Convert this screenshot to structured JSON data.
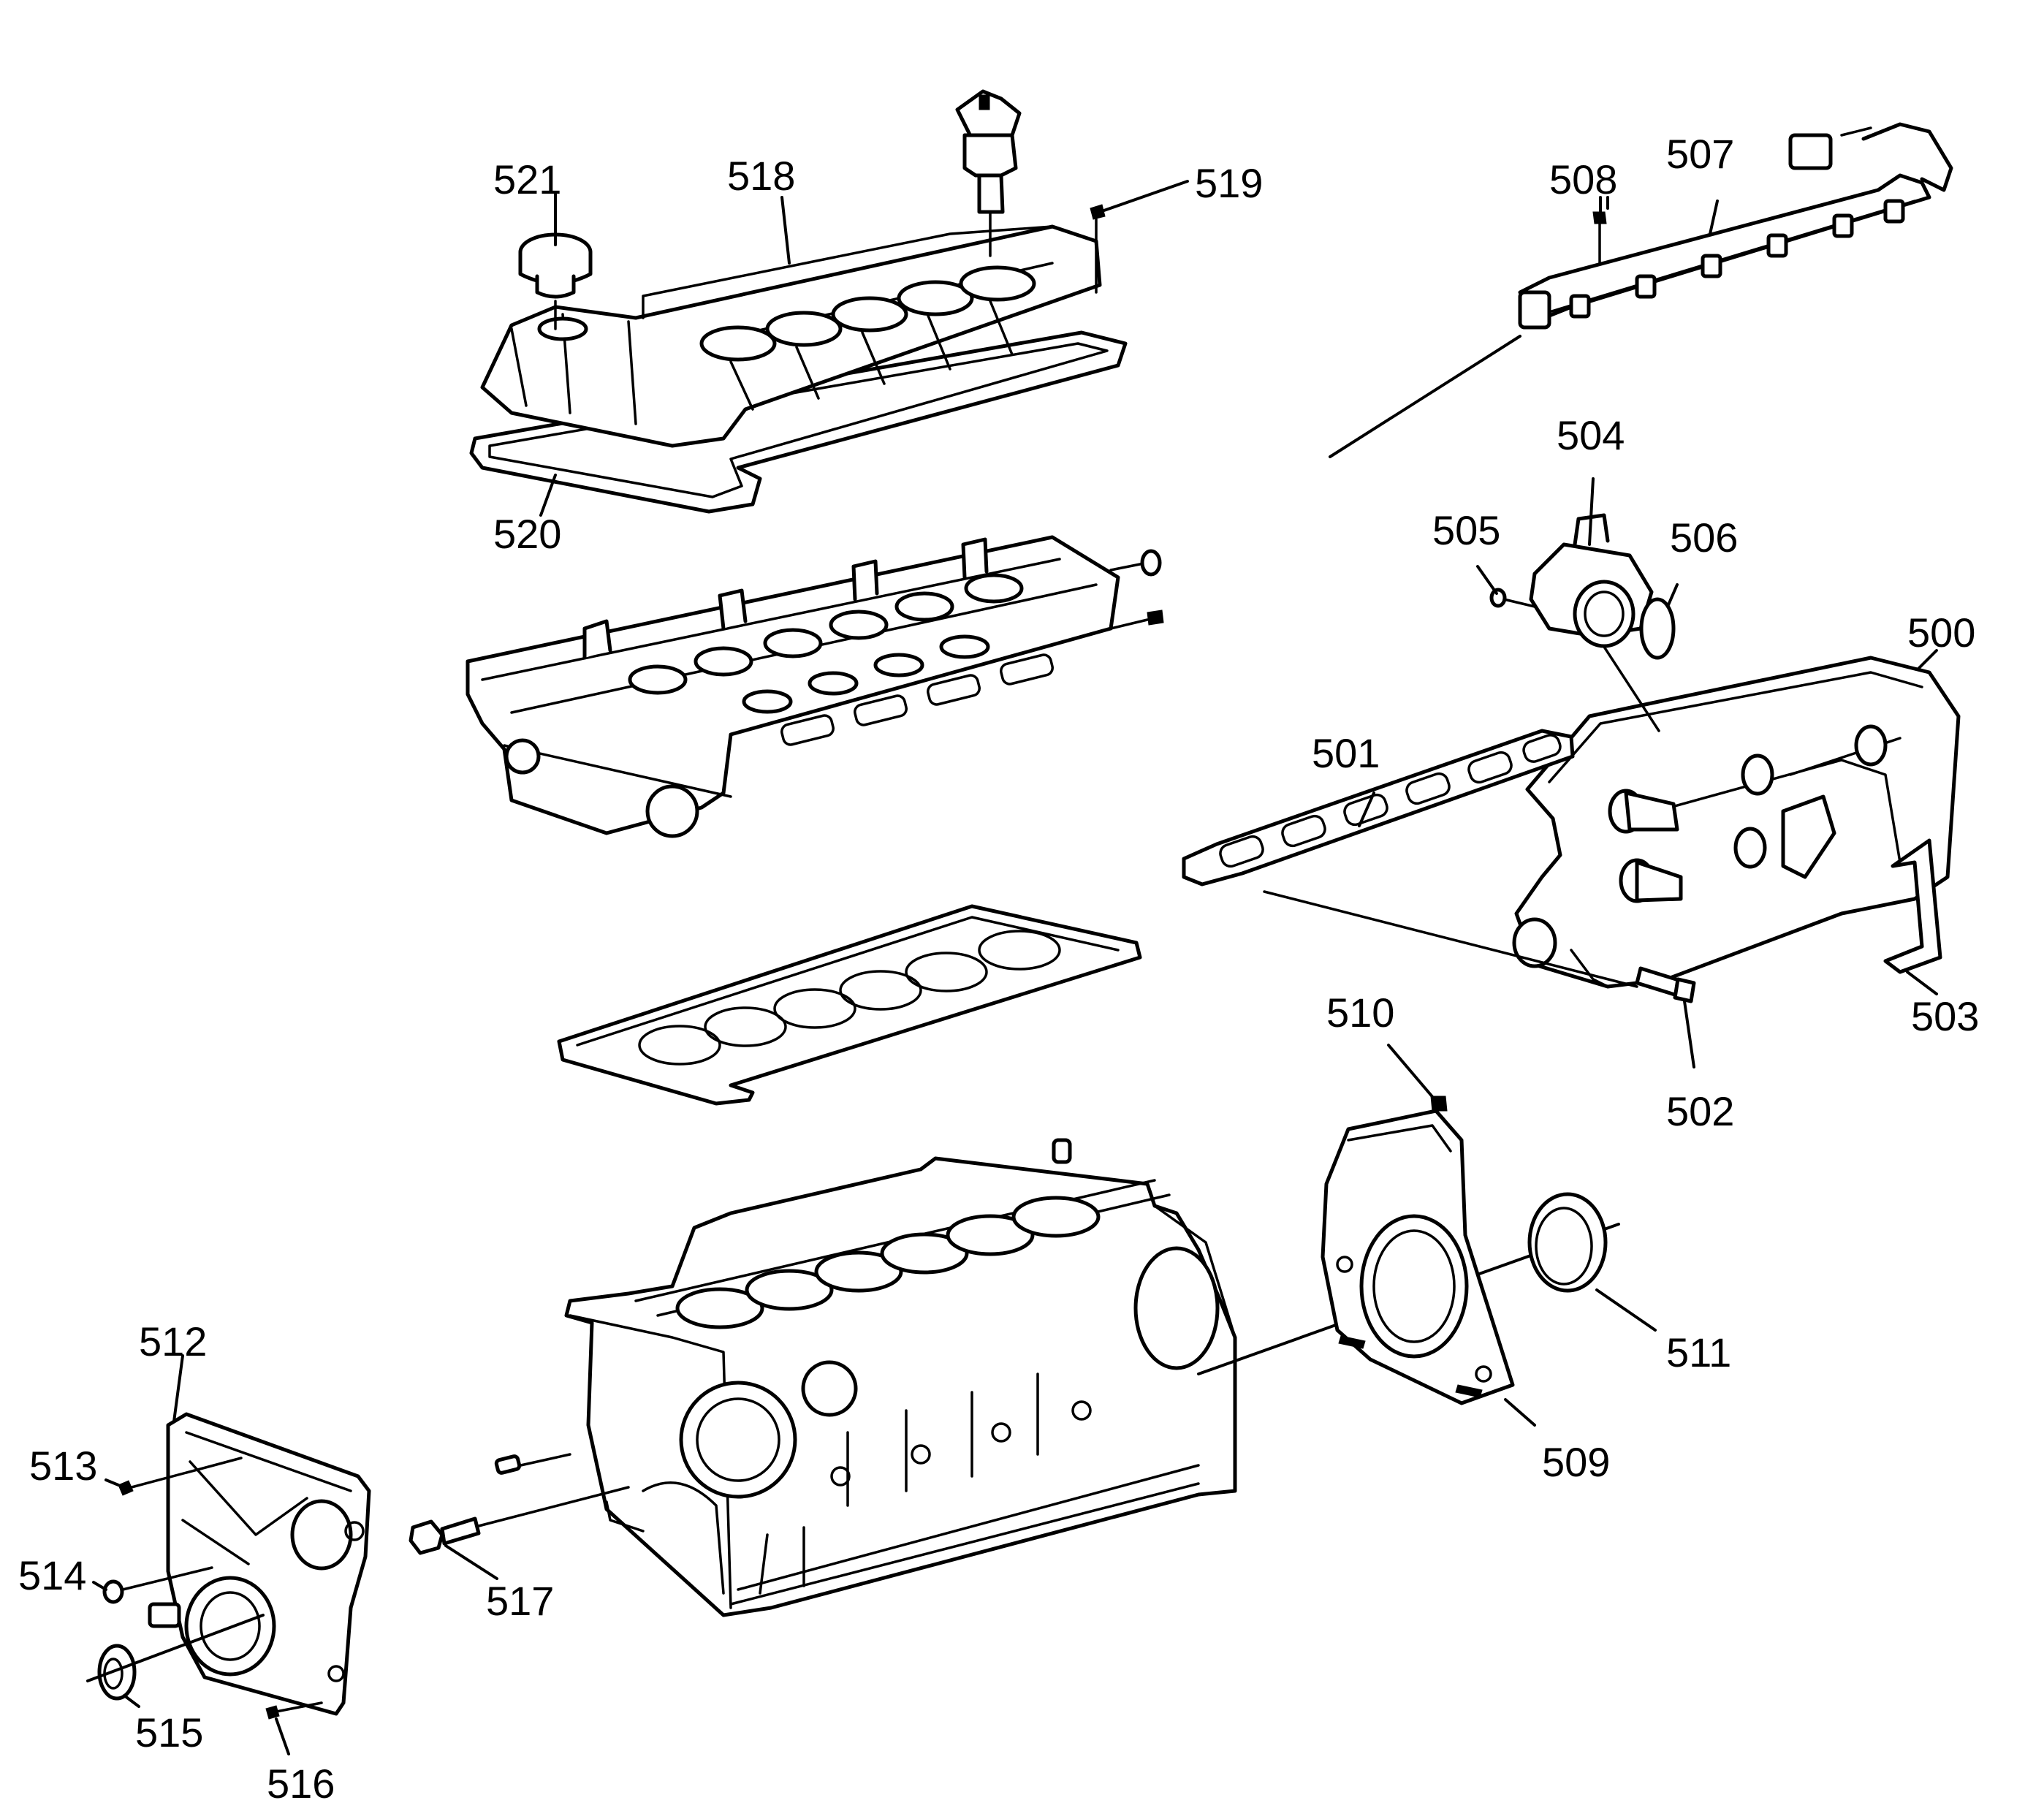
{
  "diagram": {
    "callouts": {
      "c500": "500",
      "c501": "501",
      "c502": "502",
      "c503": "503",
      "c504": "504",
      "c505": "505",
      "c506": "506",
      "c507": "507",
      "c508": "508",
      "c509": "509",
      "c510": "510",
      "c511": "511",
      "c512": "512",
      "c513": "513",
      "c514": "514",
      "c515": "515",
      "c516": "516",
      "c517": "517",
      "c518": "518",
      "c519": "519",
      "c520": "520",
      "c521": "521"
    }
  }
}
